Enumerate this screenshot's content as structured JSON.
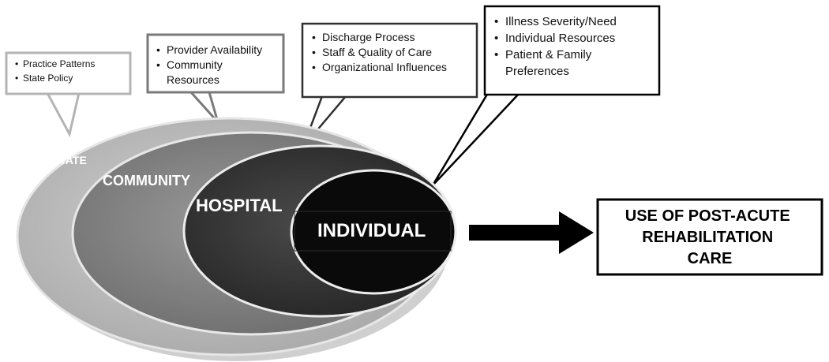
{
  "levels": {
    "state": "STATE",
    "community": "COMMUNITY",
    "hospital": "HOSPITAL",
    "individual": "INDIVIDUAL"
  },
  "callouts": {
    "state": [
      "Practice Patterns",
      "State Policy"
    ],
    "community": [
      "Provider Availability",
      "Community",
      "Resources"
    ],
    "hospital": [
      "Discharge Process",
      "Staff & Quality of Care",
      "Organizational Influences"
    ],
    "individual": [
      "Illness Severity/Need",
      "Individual Resources",
      "Patient & Family",
      "Preferences"
    ]
  },
  "outcome": [
    "USE OF POST-ACUTE",
    "REHABILITATION",
    "CARE"
  ],
  "colors": {
    "state": "#c3c3c3",
    "community": "#8c8c8c",
    "hospital": "#3a3a3a",
    "individual": "#0a0a0a",
    "arrow": "#000000"
  }
}
